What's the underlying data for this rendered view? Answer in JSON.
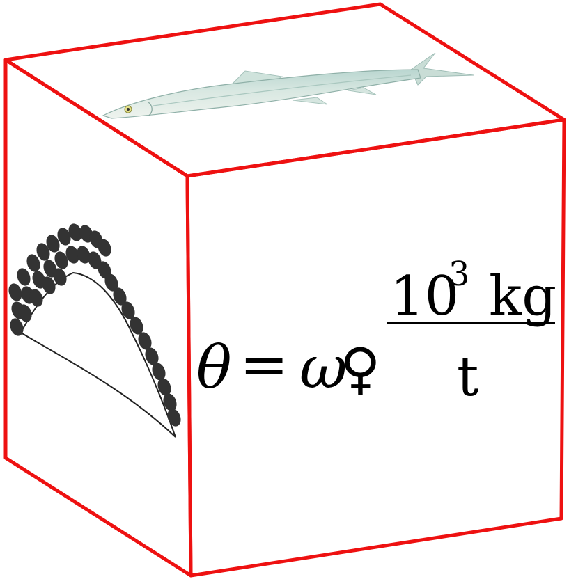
{
  "diagram": {
    "edge_color": "#ee1111",
    "faces": {
      "top": {
        "content": "fish-illustration"
      },
      "left": {
        "content": "beaded-arc-illustration"
      },
      "front": {
        "content": "formula",
        "formula": {
          "lhs": "θ",
          "equals": "=",
          "factor1": "ω",
          "factor2": "♀",
          "numerator_base": "10",
          "numerator_exponent": "3",
          "numerator_unit": "kg",
          "denominator": "t"
        }
      }
    }
  }
}
